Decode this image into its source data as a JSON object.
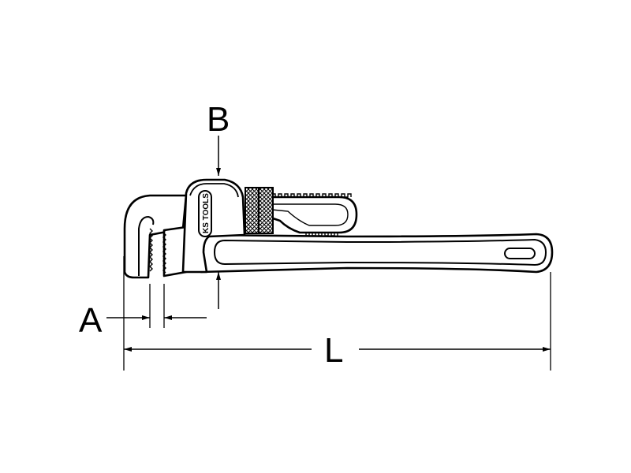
{
  "labels": {
    "a": "A",
    "b": "B",
    "l": "L"
  },
  "brand_logo": "KS TOOLS",
  "colors": {
    "line": "#000000",
    "background": "#ffffff"
  }
}
